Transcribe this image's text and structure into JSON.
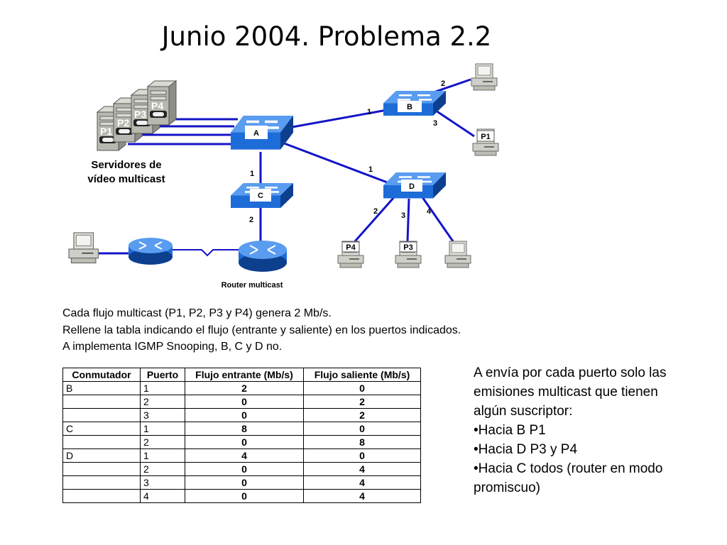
{
  "title": "Junio 2004. Problema 2.2",
  "diagram": {
    "servers": [
      "P1",
      "P2",
      "P3",
      "P4"
    ],
    "servers_caption": [
      "Servidores de",
      "vídeo multicast"
    ],
    "switches": [
      "A",
      "B",
      "C",
      "D"
    ],
    "router_caption": "Router multicast",
    "hosts": [
      "P1",
      "P4",
      "P3"
    ],
    "ports": {
      "b1": "1",
      "b2": "2",
      "b3": "3",
      "c1": "1",
      "c2": "2",
      "d1": "1",
      "d2": "2",
      "d3": "3",
      "d4": "4"
    },
    "colors": {
      "link": "#1414c8",
      "device": "#1e6cd8",
      "device_dark": "#0d3f8f"
    }
  },
  "description": [
    "Cada flujo multicast (P1, P2, P3 y P4) genera 2 Mb/s.",
    "Rellene la tabla indicando el flujo (entrante y saliente) en los puertos indicados.",
    "A implementa IGMP Snooping, B, C y D no."
  ],
  "table": {
    "headers": [
      "Conmutador",
      "Puerto",
      "Flujo entrante (Mb/s)",
      "Flujo saliente (Mb/s)"
    ],
    "rows": [
      [
        "B",
        "1",
        "2",
        "0"
      ],
      [
        "",
        "2",
        "0",
        "2"
      ],
      [
        "",
        "3",
        "0",
        "2"
      ],
      [
        "C",
        "1",
        "8",
        "0"
      ],
      [
        "",
        "2",
        "0",
        "8"
      ],
      [
        "D",
        "1",
        "4",
        "0"
      ],
      [
        "",
        "2",
        "0",
        "4"
      ],
      [
        "",
        "3",
        "0",
        "4"
      ],
      [
        "",
        "4",
        "0",
        "4"
      ]
    ]
  },
  "notes": [
    "A envía por cada puerto solo las",
    "emisiones multicast que tienen",
    "algún suscriptor:",
    "•Hacia B P1",
    "•Hacia D P3 y P4",
    "•Hacia C todos (router en modo",
    "promiscuo)"
  ]
}
